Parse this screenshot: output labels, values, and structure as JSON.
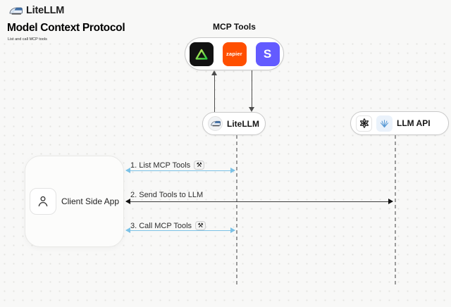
{
  "header": {
    "brand": "LiteLLM",
    "title": "Model Context Protocol",
    "subtitle": "List and call MCP tools"
  },
  "mcp_tools": {
    "label": "MCP Tools",
    "tools": [
      {
        "name": "triangle-tool-icon"
      },
      {
        "name": "zapier-icon",
        "text": "zapier"
      },
      {
        "name": "stripe-icon",
        "text": "S"
      }
    ]
  },
  "nodes": {
    "litellm": {
      "label": "LiteLLM"
    },
    "llm_api": {
      "label": "LLM API"
    },
    "client": {
      "label": "Client Side App"
    }
  },
  "messages": [
    {
      "label": "1. List MCP Tools",
      "badge": "⚒",
      "color": "#7cc2e6"
    },
    {
      "label": "2. Send Tools to LLM",
      "color": "#3c3c3c"
    },
    {
      "label": "3. Call MCP Tools",
      "badge": "⚒",
      "color": "#7cc2e6"
    }
  ],
  "colors": {
    "background": "#f8f8f7",
    "zapier_orange": "#ff4f00",
    "stripe_purple": "#635bff",
    "arrow_blue": "#7cc2e6",
    "arrow_dark": "#3c3c3c",
    "triangle_green": "#3fd95b"
  }
}
